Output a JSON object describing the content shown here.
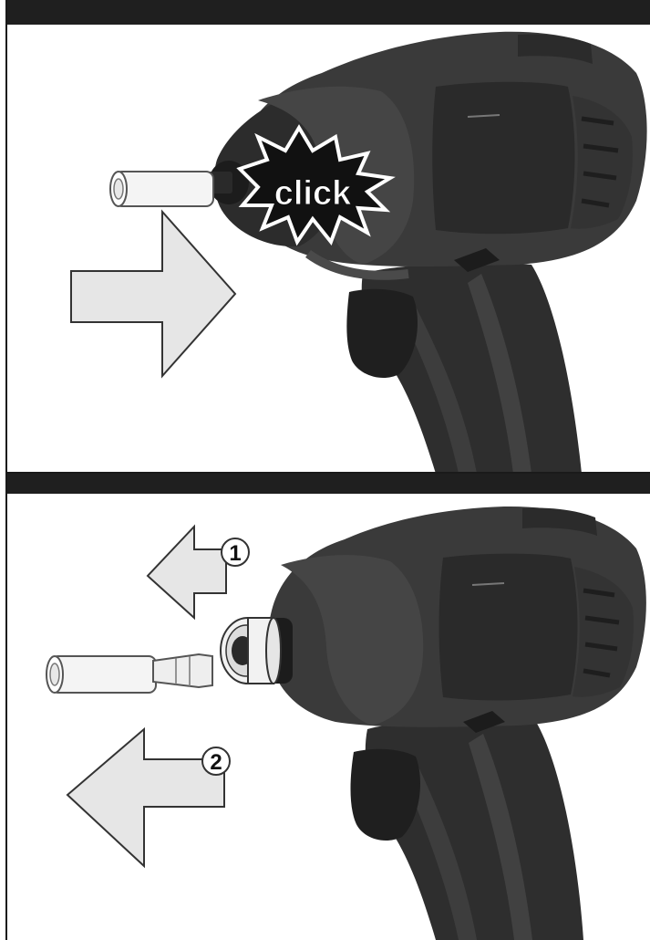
{
  "panels": [
    {
      "callout": "click"
    },
    {
      "step1": "1",
      "step2": "2"
    }
  ],
  "colors": {
    "header_bar": "#1f1f1f",
    "tool_body": "#3a3a3a",
    "tool_dark": "#262626",
    "arrow_fill": "#e6e6e6",
    "bit_holder": "#f4f4f4"
  },
  "icons": [
    "impact-driver-illustration",
    "insert-arrow-icon",
    "remove-arrow-icon",
    "click-burst-icon",
    "bit-holder-icon",
    "step-number-badge"
  ]
}
